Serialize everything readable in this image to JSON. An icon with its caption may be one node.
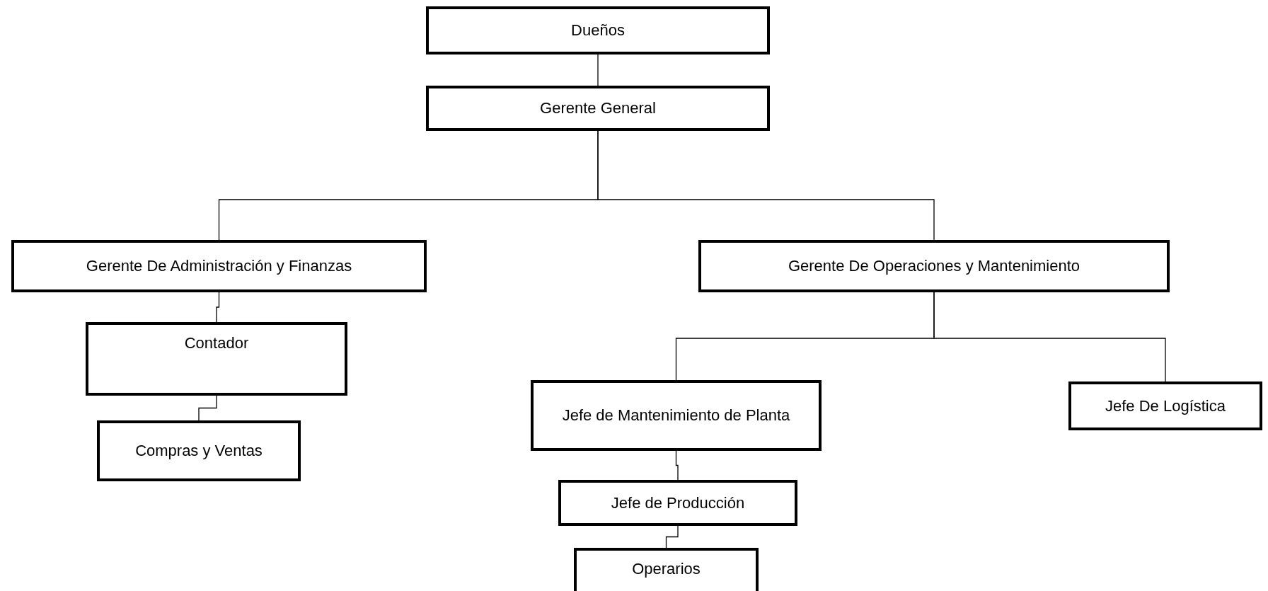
{
  "diagram": {
    "nodes": [
      {
        "text": [
          "Dueños"
        ]
      },
      {
        "text": [
          "Gerente General"
        ]
      },
      {
        "text": [
          "Gerente De Administración y Finanzas"
        ]
      },
      {
        "text": [
          "Gerente De Operaciones y Mantenimiento"
        ]
      },
      {
        "text": [
          "Contador"
        ]
      },
      {
        "text": [
          "Compras y Ventas"
        ]
      },
      {
        "text": [
          "Jefe de Mantenimiento de Planta"
        ]
      },
      {
        "text": [
          "Jefe De Logística"
        ]
      },
      {
        "text": [
          "Jefe de Producción"
        ]
      },
      {
        "text": [
          "Operarios"
        ]
      }
    ],
    "edges": [
      {
        "from": 0,
        "to": 1,
        "arrow": "none"
      },
      {
        "from": 1,
        "to": 2,
        "arrow": "none"
      },
      {
        "from": 1,
        "to": 3,
        "arrow": "none"
      },
      {
        "from": 2,
        "to": 4,
        "arrow": "none"
      },
      {
        "from": 4,
        "to": 5,
        "arrow": "none"
      },
      {
        "from": 3,
        "to": 6,
        "arrow": "none"
      },
      {
        "from": 3,
        "to": 7,
        "arrow": "none"
      },
      {
        "from": 6,
        "to": 8,
        "arrow": "none"
      },
      {
        "from": 8,
        "to": 9,
        "arrow": "none"
      }
    ]
  }
}
